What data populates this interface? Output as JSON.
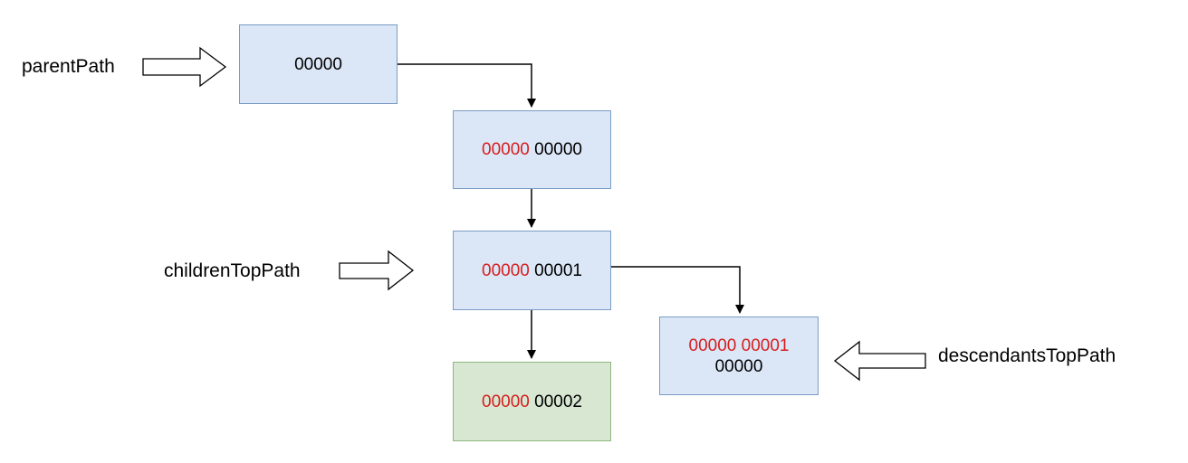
{
  "pointers": {
    "parent": "parentPath",
    "children_top": "childrenTopPath",
    "descendants_top": "descendantsTopPath"
  },
  "nodes": {
    "root": {
      "segment": "00000"
    },
    "child0": {
      "prefix": "00000",
      "segment": "00000"
    },
    "child1": {
      "prefix": "00000",
      "segment": "00001"
    },
    "child2": {
      "prefix": "00000",
      "segment": "00002"
    },
    "grandchild": {
      "prefix": "00000 00001",
      "segment": "00000"
    }
  },
  "colors": {
    "node_fill": "#dbe6f6",
    "node_border": "#7a9cc6",
    "new_node_fill": "#d7e7d2",
    "new_node_border": "#8fb77f",
    "prefix_text": "#d61f1f",
    "connector": "#000000"
  }
}
